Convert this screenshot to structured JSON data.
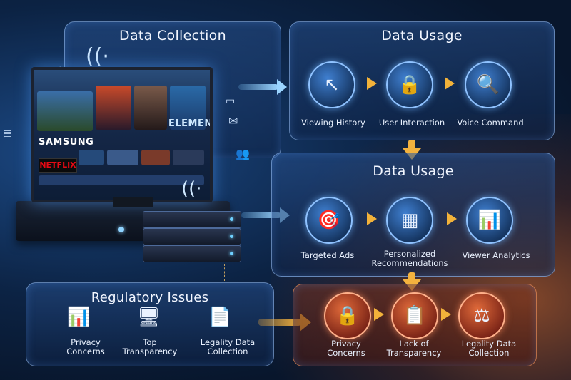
{
  "panels": {
    "collection": {
      "title": "Data Collection"
    },
    "usage_top": {
      "title": "Data Usage",
      "items": [
        {
          "label": "Viewing History",
          "icon": "cursor-network-icon"
        },
        {
          "label": "User Interaction",
          "icon": "lock-star-icon"
        },
        {
          "label": "Voice Command",
          "icon": "chart-magnifier-icon"
        }
      ]
    },
    "usage_mid": {
      "title": "Data Usage",
      "items": [
        {
          "label": "Targeted Ads",
          "icon": "target-lock-icon"
        },
        {
          "label": "Personalized Recommendations",
          "icon": "tile-grid-icon"
        },
        {
          "label": "Viewer Analytics",
          "icon": "analytics-chart-icon"
        }
      ]
    },
    "regulatory": {
      "title": "Regulatory Issues",
      "items": [
        {
          "label": "Privacy Concerns",
          "icon": "bar-chart-lock-icon"
        },
        {
          "label": "Top Transparency",
          "icon": "monitor-lock-icon"
        },
        {
          "label": "Legality Data Collection",
          "icon": "document-gavel-icon"
        }
      ]
    },
    "issues": {
      "items": [
        {
          "label": "Privacy Concerns",
          "icon": "padlock-icon"
        },
        {
          "label": "Lack of Transparency",
          "icon": "clipboard-magnifier-icon"
        },
        {
          "label": "Legality Data Collection",
          "icon": "gavel-icon"
        }
      ]
    }
  },
  "tv": {
    "brand": "SAMSUNG",
    "netflix": "NETFLIX",
    "featured": "ELEMENTAL"
  },
  "colors": {
    "accent_blue": "#8fc2ff",
    "accent_orange": "#f3b23e",
    "issue_red": "#e06a3a"
  }
}
